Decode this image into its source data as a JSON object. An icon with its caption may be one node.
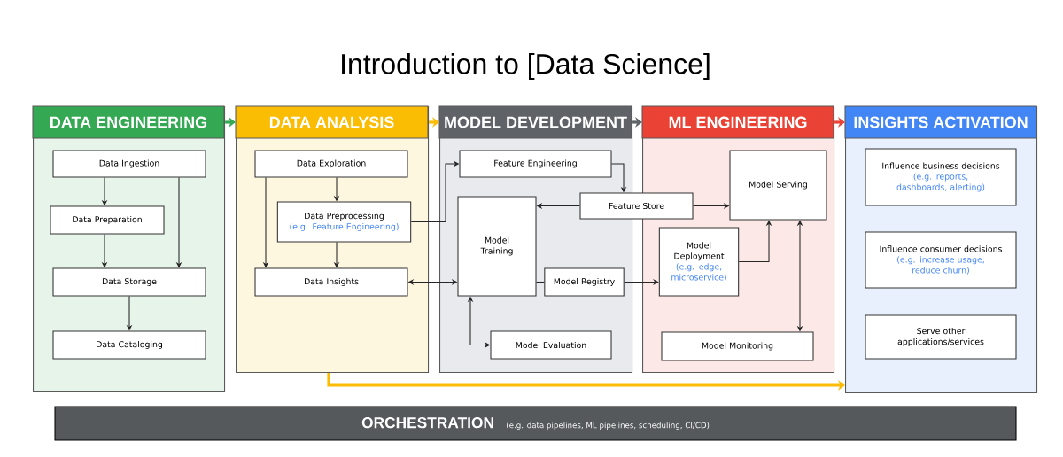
{
  "diagram": {
    "title": "Introduction to [Data Science]",
    "nodes": [
      {
        "text": [
          "DATA ENGINEERING"
        ]
      },
      {
        "text": [
          "Data Ingestion"
        ],
        "in": 0
      },
      {
        "text": [
          "Data Preparation"
        ],
        "in": 0
      },
      {
        "text": [
          "Data Storage"
        ],
        "in": 0
      },
      {
        "text": [
          "Data Cataloging"
        ],
        "in": 0
      },
      {
        "text": [
          "DATA ANALYSIS"
        ]
      },
      {
        "text": [
          "Data Exploration"
        ],
        "in": 5
      },
      {
        "text": [
          "Data Preprocessing",
          "(e.g. Feature Engineering)"
        ],
        "in": 5
      },
      {
        "text": [
          "Data Insights"
        ],
        "in": 5
      },
      {
        "text": [
          "MODEL DEVELOPMENT"
        ]
      },
      {
        "text": [
          "Feature Engineering"
        ],
        "in": 9
      },
      {
        "text": [
          "Model Training"
        ],
        "in": 9
      },
      {
        "text": [
          "Model Registry"
        ],
        "in": 9
      },
      {
        "text": [
          "Model Evaluation"
        ],
        "in": 9
      },
      {
        "text": [
          "Feature Store"
        ]
      },
      {
        "text": [
          "ML ENGINEERING"
        ]
      },
      {
        "text": [
          "Model Serving"
        ],
        "in": 15
      },
      {
        "text": [
          "Model Deployment",
          "(e.g. edge, microservice)"
        ],
        "in": 15
      },
      {
        "text": [
          "Model Monitoring"
        ],
        "in": 15
      },
      {
        "text": [
          "INSIGHTS ACTIVATION"
        ]
      },
      {
        "text": [
          "Influence business decisions",
          "(e.g. reports, dashboards, alerting)"
        ],
        "in": 19
      },
      {
        "text": [
          "Influence consumer decisions",
          "(e.g. increase usage, reduce churn)"
        ],
        "in": 19
      },
      {
        "text": [
          "Serve other applications/services"
        ],
        "in": 19
      },
      {
        "text": [
          "ORCHESTRATION",
          "(e.g. data pipelines, ML pipelines, scheduling, CI/CD)"
        ]
      }
    ],
    "edges": [
      {
        "from": 0,
        "to": 5,
        "arrow": "to",
        "style": "thick",
        "color": "#34a853"
      },
      {
        "from": 5,
        "to": 9,
        "arrow": "to",
        "style": "thick",
        "color": "#fbbc04"
      },
      {
        "from": 9,
        "to": 15,
        "arrow": "to",
        "style": "thick",
        "color": "#5f6368"
      },
      {
        "from": 15,
        "to": 19,
        "arrow": "to",
        "style": "thick",
        "color": "#ea4335"
      },
      {
        "from": 1,
        "to": 2,
        "arrow": "to"
      },
      {
        "from": 1,
        "to": 3,
        "arrow": "to"
      },
      {
        "from": 2,
        "to": 3,
        "arrow": "to"
      },
      {
        "from": 3,
        "to": 4,
        "arrow": "to"
      },
      {
        "from": 6,
        "to": 7,
        "arrow": "to"
      },
      {
        "from": 6,
        "to": 8,
        "arrow": "to"
      },
      {
        "from": 7,
        "to": 8,
        "arrow": "to"
      },
      {
        "from": 7,
        "to": 10,
        "arrow": "to"
      },
      {
        "from": 8,
        "to": 11,
        "arrow": "both"
      },
      {
        "from": 10,
        "to": 14,
        "arrow": "to"
      },
      {
        "from": 14,
        "to": 11,
        "arrow": "to"
      },
      {
        "from": 14,
        "to": 16,
        "arrow": "to"
      },
      {
        "from": 11,
        "to": 12,
        "arrow": "none"
      },
      {
        "from": 12,
        "to": 17,
        "arrow": "to"
      },
      {
        "from": 11,
        "to": 13,
        "arrow": "both"
      },
      {
        "from": 17,
        "to": 16,
        "arrow": "to"
      },
      {
        "from": 16,
        "to": 18,
        "arrow": "both"
      },
      {
        "from": 5,
        "to": 19,
        "arrow": "to",
        "style": "thick",
        "color": "#fbbc04"
      }
    ]
  }
}
